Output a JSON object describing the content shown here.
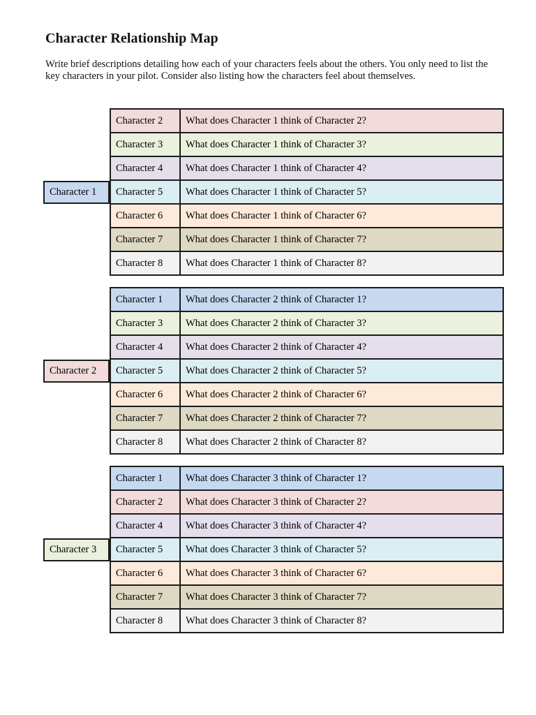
{
  "document": {
    "title": "Character Relationship Map",
    "intro": "Write brief descriptions detailing how each of your characters feels about the others.  You only need to list the key characters in your pilot.  Consider also listing how the characters feel about themselves."
  },
  "palette": {
    "char1": "#C6D9F0",
    "char2": "#F2DBDB",
    "char3": "#EAF1DD",
    "char4": "#E5DFEC",
    "char5": "#DAEEF3",
    "char6": "#FDEADA",
    "char7": "#DDD9C3",
    "char8": "#F2F2F2",
    "border": "#1C1C1C",
    "page_background": "#FFFFFF"
  },
  "groups": [
    {
      "label": "Character 1",
      "label_color_key": "char1",
      "rows": [
        {
          "name": "Character 2",
          "description": "What does Character 1 think of Character 2?",
          "color_key": "char2"
        },
        {
          "name": "Character 3",
          "description": "What does Character 1 think of Character 3?",
          "color_key": "char3"
        },
        {
          "name": "Character 4",
          "description": "What does Character 1 think of Character 4?",
          "color_key": "char4"
        },
        {
          "name": "Character 5",
          "description": "What does Character 1 think of Character 5?",
          "color_key": "char5"
        },
        {
          "name": "Character 6",
          "description": "What does Character 1 think of Character 6?",
          "color_key": "char6"
        },
        {
          "name": "Character 7",
          "description": "What does Character 1 think of Character 7?",
          "color_key": "char7"
        },
        {
          "name": "Character 8",
          "description": "What does Character 1 think of Character 8?",
          "color_key": "char8"
        }
      ]
    },
    {
      "label": "Character 2",
      "label_color_key": "char2",
      "rows": [
        {
          "name": "Character 1",
          "description": "What does Character 2 think of Character 1?",
          "color_key": "char1"
        },
        {
          "name": "Character 3",
          "description": "What does Character 2 think of Character 3?",
          "color_key": "char3"
        },
        {
          "name": "Character 4",
          "description": "What does Character 2 think of Character 4?",
          "color_key": "char4"
        },
        {
          "name": "Character 5",
          "description": "What does Character 2 think of Character 5?",
          "color_key": "char5"
        },
        {
          "name": "Character 6",
          "description": "What does Character 2 think of Character 6?",
          "color_key": "char6"
        },
        {
          "name": "Character 7",
          "description": "What does Character 2 think of Character 7?",
          "color_key": "char7"
        },
        {
          "name": "Character 8",
          "description": "What does Character 2 think of Character 8?",
          "color_key": "char8"
        }
      ]
    },
    {
      "label": "Character 3",
      "label_color_key": "char3",
      "rows": [
        {
          "name": "Character 1",
          "description": "What does Character 3 think of Character 1?",
          "color_key": "char1"
        },
        {
          "name": "Character 2",
          "description": "What does Character 3 think of Character 2?",
          "color_key": "char2"
        },
        {
          "name": "Character 4",
          "description": "What does Character 3 think of Character 4?",
          "color_key": "char4"
        },
        {
          "name": "Character 5",
          "description": "What does Character 3 think of Character 5?",
          "color_key": "char5"
        },
        {
          "name": "Character 6",
          "description": "What does Character 3 think of Character 6?",
          "color_key": "char6"
        },
        {
          "name": "Character 7",
          "description": "What does Character 3 think of Character 7?",
          "color_key": "char7"
        },
        {
          "name": "Character 8",
          "description": "What does Character 3 think of Character 8?",
          "color_key": "char8"
        }
      ]
    }
  ]
}
